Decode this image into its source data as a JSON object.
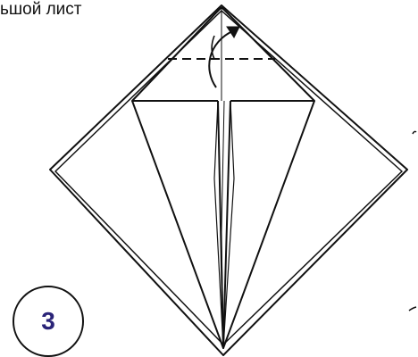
{
  "caption": "ьшой лист",
  "step_number": "3",
  "colors": {
    "line": "#111111",
    "step_number": "#2a2478",
    "paper": "#ffffff"
  },
  "icons": [
    "fold-arrow-icon",
    "valley-fold-line"
  ]
}
